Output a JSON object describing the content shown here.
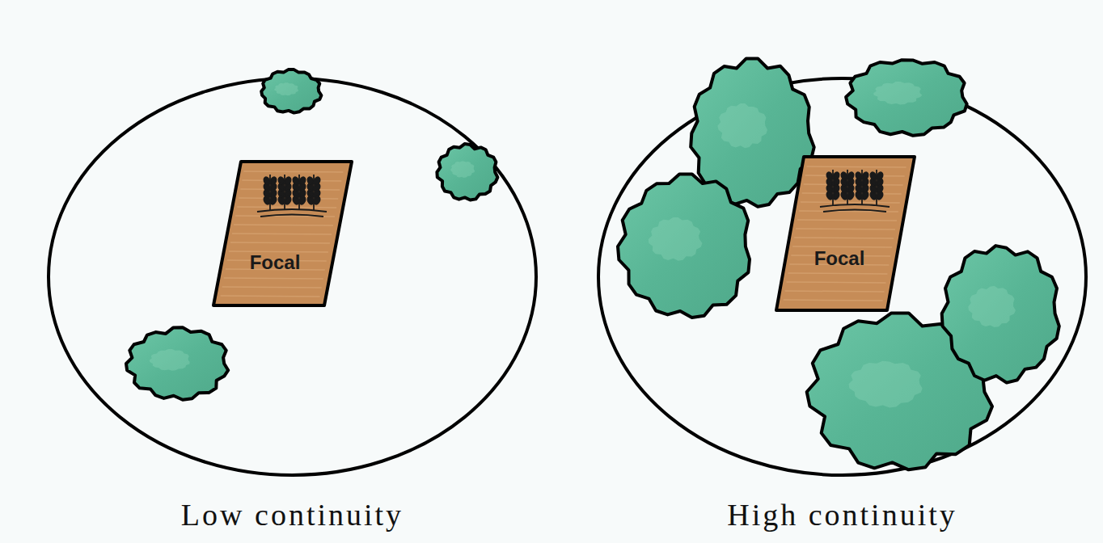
{
  "diagram": {
    "nodes": [
      {
        "text": [
          "Low continuity"
        ]
      },
      {
        "text": [
          "Focal"
        ],
        "in": 0
      },
      {
        "text": [
          "High continuity"
        ]
      },
      {
        "text": [
          "Focal"
        ],
        "in": 2
      }
    ]
  }
}
